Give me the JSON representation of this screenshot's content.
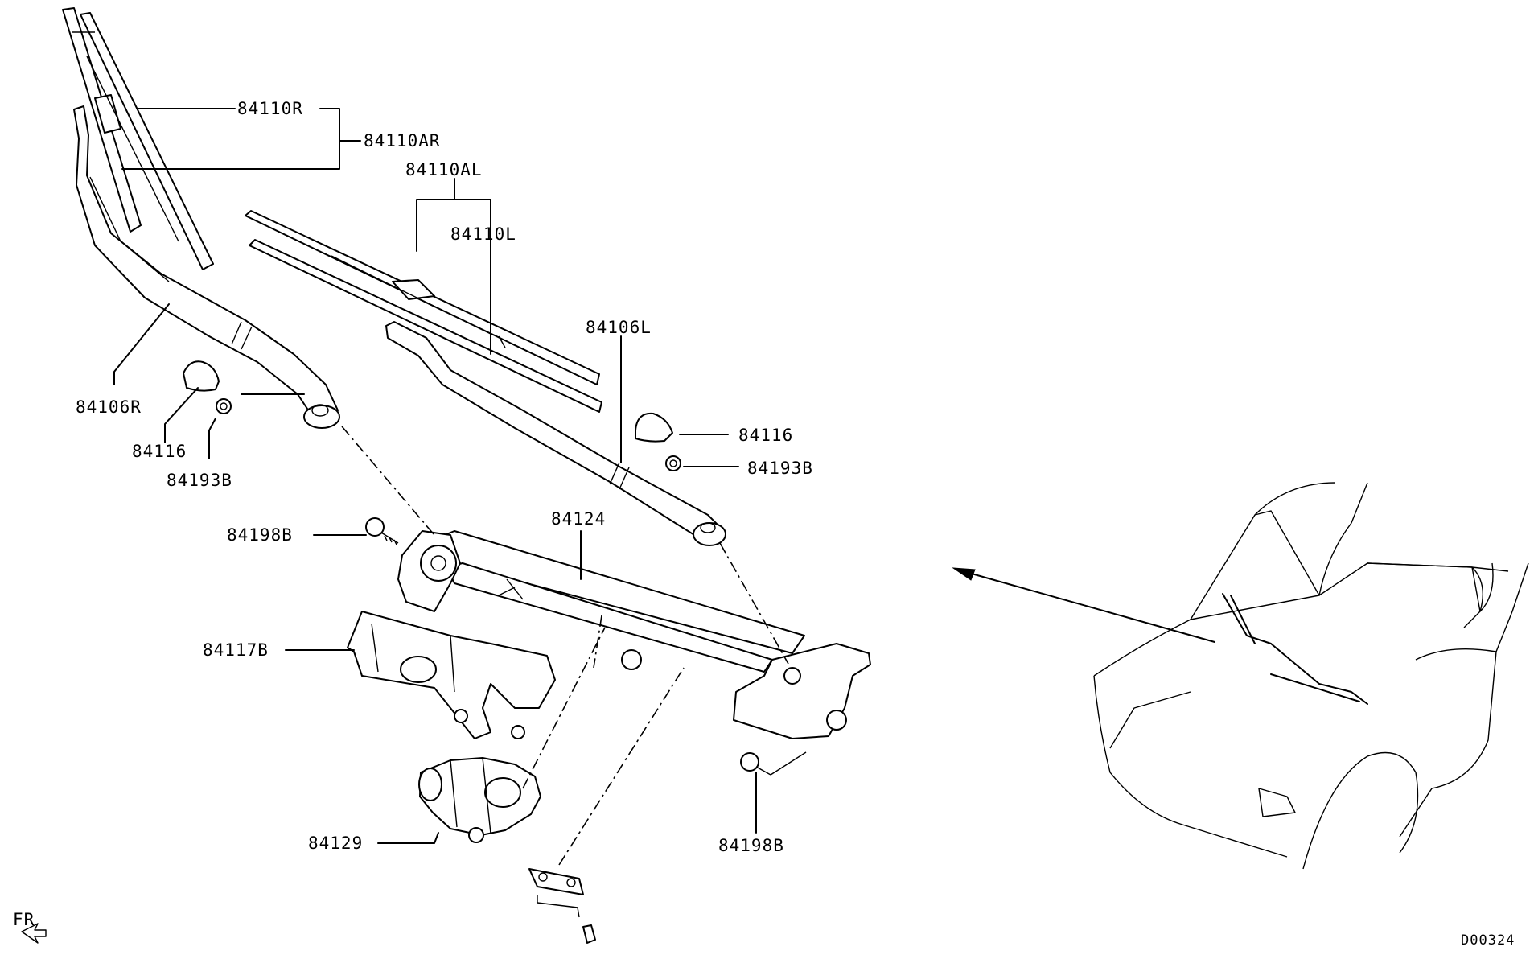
{
  "diagram": {
    "labels": {
      "blade_r": "84110R",
      "blade_ar": "84110AR",
      "blade_al": "84110AL",
      "blade_l": "84110L",
      "arm_l": "84106L",
      "arm_r": "84106R",
      "cap_right": "84116",
      "cap_left": "84116",
      "nut_right": "84193B",
      "nut_left": "84193B",
      "bolt_upper": "84198B",
      "linkage": "84124",
      "bracket": "84117B",
      "motor": "84129",
      "bolt_lower": "84198B"
    },
    "direction_label": "FR",
    "diagram_code": "D00324"
  }
}
